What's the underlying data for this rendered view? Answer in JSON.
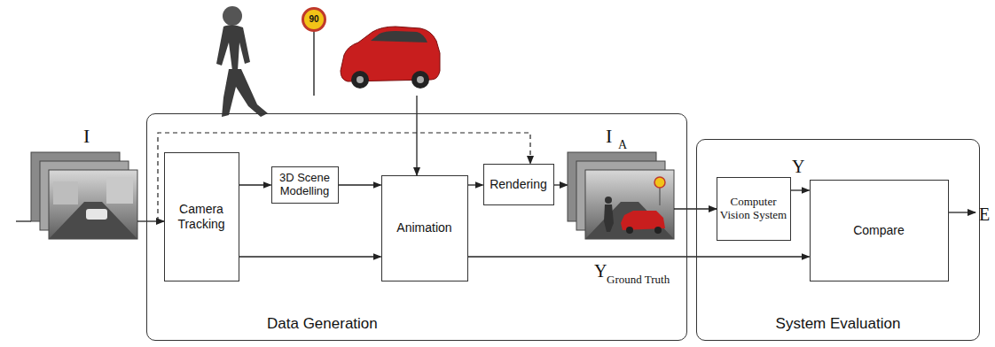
{
  "diagram": {
    "nodes": [
      {
        "text": [
          "Data Generation"
        ]
      },
      {
        "text": [
          "Camera Tracking"
        ],
        "in": 0
      },
      {
        "text": [
          "3D Scene Modelling"
        ],
        "in": 0
      },
      {
        "text": [
          "Animation"
        ],
        "in": 0
      },
      {
        "text": [
          "Rendering"
        ],
        "in": 0
      },
      {
        "text": [
          "System Evaluation"
        ]
      },
      {
        "text": [
          "Computer Vision System"
        ],
        "in": 5
      },
      {
        "text": [
          "Compare"
        ],
        "in": 5
      }
    ],
    "edges": [
      {
        "from": 1,
        "to": 2,
        "arrow": "to"
      },
      {
        "from": 2,
        "to": 3,
        "arrow": "to"
      },
      {
        "from": 1,
        "to": 3,
        "arrow": "to"
      },
      {
        "from": 3,
        "to": 4,
        "arrow": "to"
      },
      {
        "from": 3,
        "to": 7,
        "arrow": "to"
      },
      {
        "from": 6,
        "to": 7,
        "arrow": "to"
      }
    ],
    "labels": [
      "I",
      "90",
      "I",
      "A",
      "Y",
      "Y",
      "Ground Truth",
      "E"
    ]
  }
}
